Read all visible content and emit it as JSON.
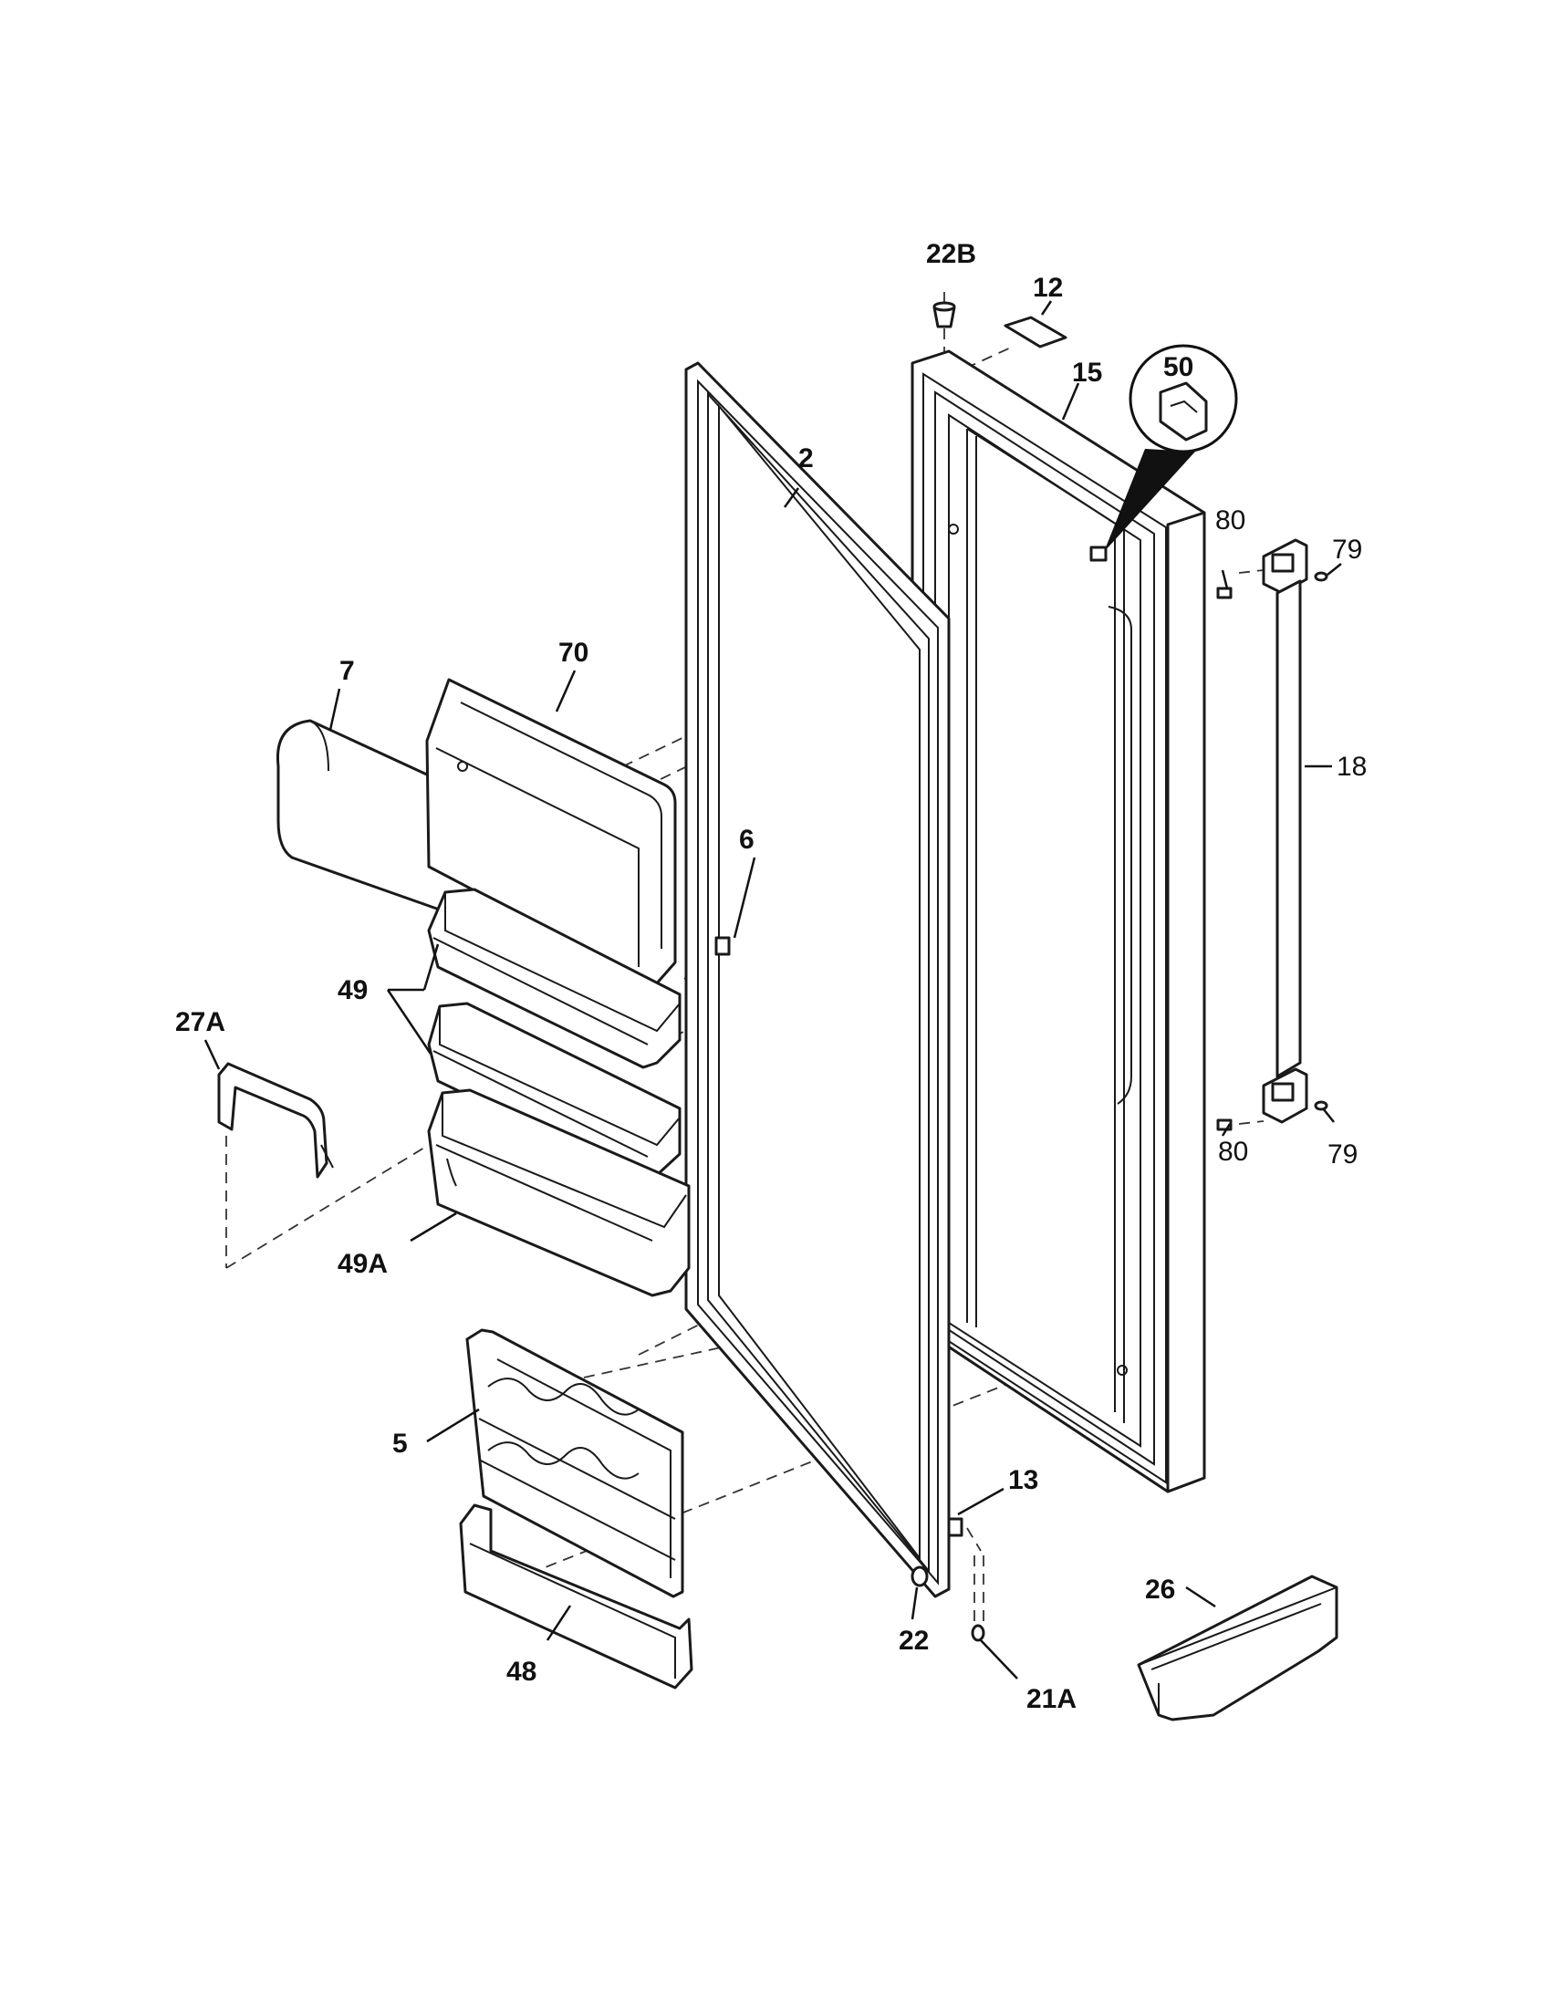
{
  "diagram": {
    "callouts": {
      "c22b": "22B",
      "c12": "12",
      "c15": "15",
      "c50": "50",
      "c2": "2",
      "c80a": "80",
      "c79a": "79",
      "c7": "7",
      "c70": "70",
      "c18": "18",
      "c6": "6",
      "c49": "49",
      "c27a": "27A",
      "c80b": "80",
      "c79b": "79",
      "c49a": "49A",
      "c5": "5",
      "c13": "13",
      "c26": "26",
      "c22": "22",
      "c21a": "21A",
      "c48": "48"
    }
  }
}
